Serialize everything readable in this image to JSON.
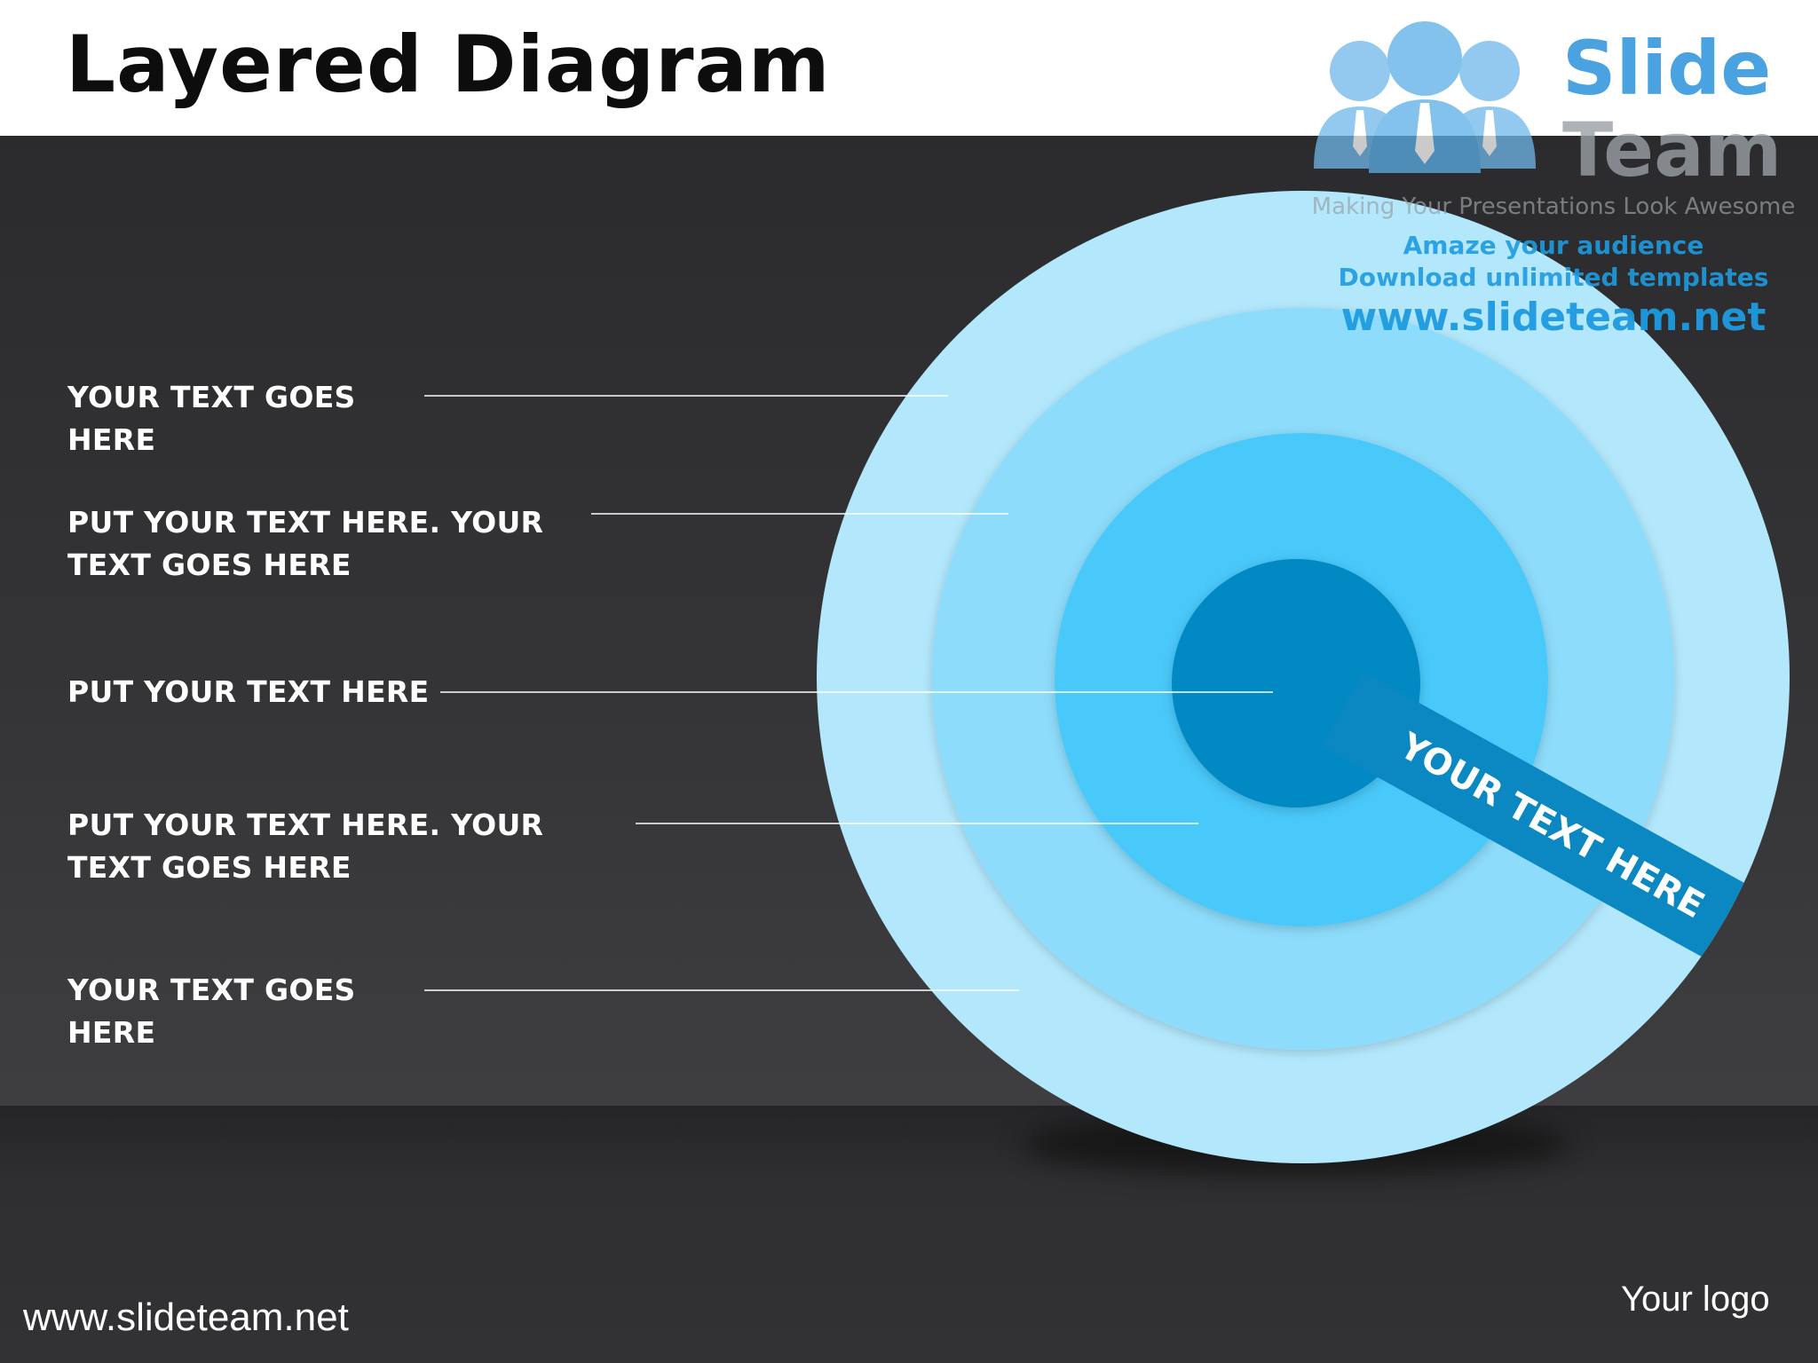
{
  "slide": {
    "title": "Layered Diagram",
    "footer_url": "www.slideteam.net",
    "footer_logo": "Your logo"
  },
  "labels": [
    {
      "text": "YOUR TEXT GOES HERE"
    },
    {
      "text": "PUT YOUR TEXT HERE. YOUR TEXT GOES HERE"
    },
    {
      "text": "PUT YOUR TEXT HERE"
    },
    {
      "text": "PUT YOUR TEXT HERE. YOUR TEXT GOES HERE"
    },
    {
      "text": "YOUR TEXT GOES HERE"
    }
  ],
  "ribbon": {
    "text": "YOUR TEXT HERE",
    "color": "#0b87c2"
  },
  "rings": {
    "colors": [
      "#b3e8fc",
      "#8ddcfb",
      "#48c8fa",
      "#0189c2"
    ]
  },
  "watermark": {
    "brand_slide": "Slide",
    "brand_team": "Team",
    "tagline": "Making Your Presentations Look Awesome",
    "line1": "Amaze your audience",
    "line2": "Download unlimited templates",
    "url": "www.slideteam.net",
    "icon": "people-group-icon"
  }
}
